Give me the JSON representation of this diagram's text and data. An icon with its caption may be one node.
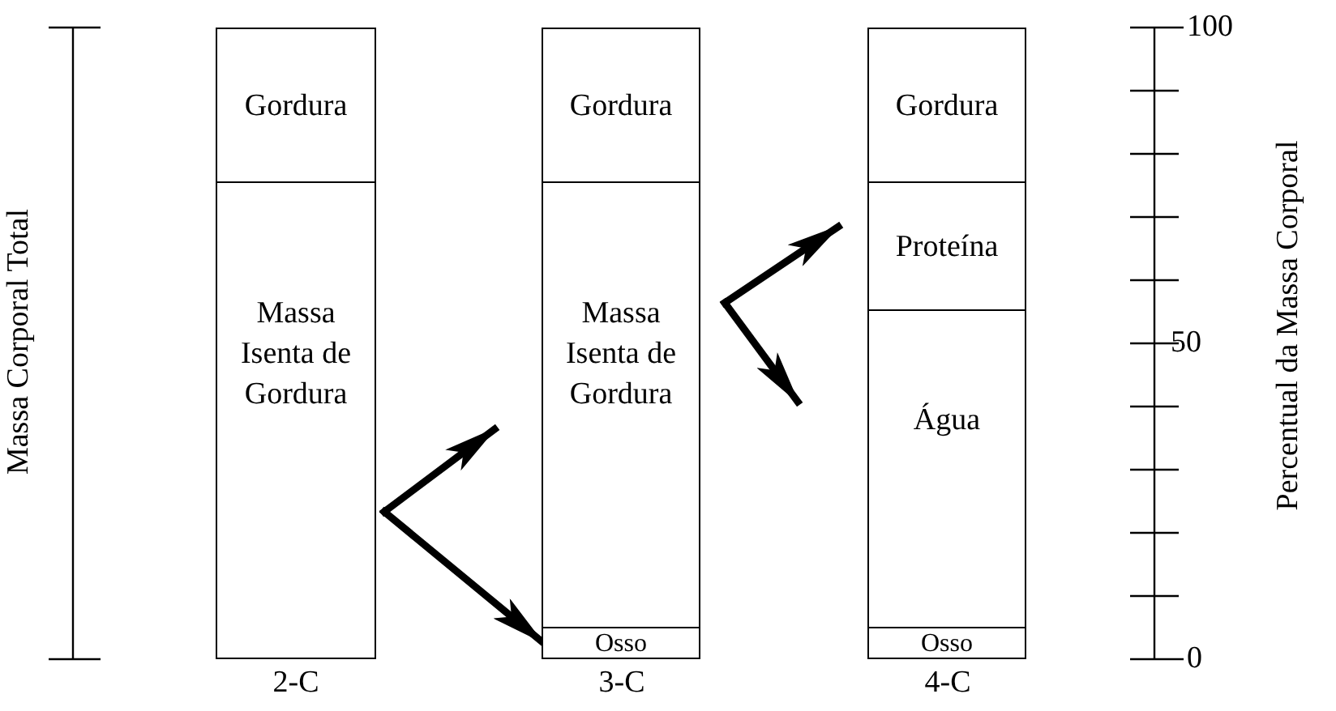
{
  "diagram": {
    "nodes": [
      {
        "text": [
          "Gordura"
        ]
      },
      {
        "text": [
          "Massa Isenta de Gordura"
        ]
      },
      {
        "text": [
          "Gordura"
        ]
      },
      {
        "text": [
          "Massa Isenta de Gordura"
        ]
      },
      {
        "text": [
          "Osso"
        ]
      },
      {
        "text": [
          "Gordura"
        ]
      },
      {
        "text": [
          "Proteína"
        ]
      },
      {
        "text": [
          "Água"
        ]
      },
      {
        "text": [
          "Osso"
        ]
      }
    ],
    "edges": [
      {
        "from": 1,
        "to": 3,
        "arrow": "to"
      },
      {
        "from": 1,
        "to": 4,
        "arrow": "to"
      },
      {
        "from": 3,
        "to": 6,
        "arrow": "to"
      },
      {
        "from": 3,
        "to": 7,
        "arrow": "to"
      }
    ],
    "labels": [
      "Massa Corporal Total",
      "2-C",
      "3-C",
      "4-C",
      "100",
      "50",
      "0",
      "Percentual da Massa Corporal"
    ]
  }
}
